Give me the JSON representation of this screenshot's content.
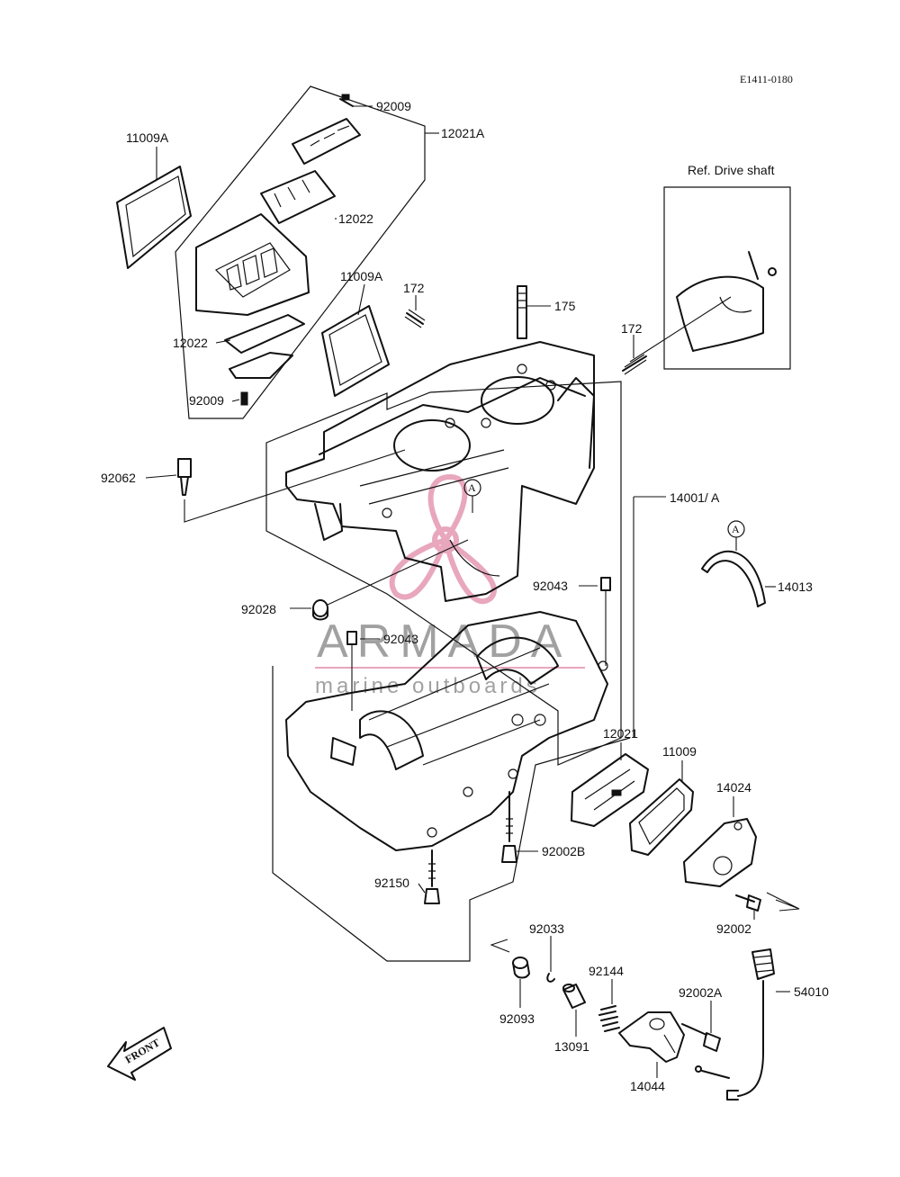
{
  "diagram_code": "E1411-0180",
  "reference": "Ref. Drive shaft",
  "callout_circle": "A",
  "front_marker": "FRONT",
  "watermark": {
    "brand": "ARMADA",
    "tagline": "marine outboards",
    "logo_color": "#e8a7bd"
  },
  "labels": {
    "l11009A_top": "11009A",
    "l92009_top": "92009",
    "l12021A": "12021A",
    "l12022_top": "12022",
    "l11009A_mid": "11009A",
    "l172_left": "172",
    "l175": "175",
    "l172_right": "172",
    "l12022_low": "12022",
    "l92009_low": "92009",
    "l92062": "92062",
    "l14001A": "14001/ A",
    "l14013": "14013",
    "l92028": "92028",
    "l92043_right": "92043",
    "l92043_left": "92043",
    "l12021": "12021",
    "l11009": "11009",
    "l14024": "14024",
    "l92002B": "92002B",
    "l92150": "92150",
    "l92002": "92002",
    "l92033": "92033",
    "l92144": "92144",
    "l92002A": "92002A",
    "l54010": "54010",
    "l92093": "92093",
    "l13091": "13091",
    "l14044": "14044"
  }
}
